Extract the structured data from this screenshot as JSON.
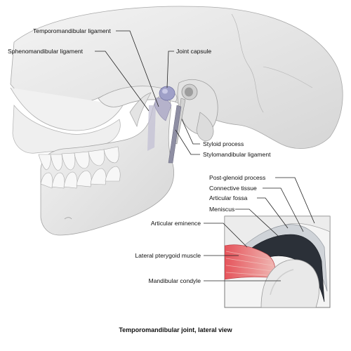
{
  "labels": {
    "temporomandibular_ligament": "Temporomandibular ligament",
    "sphenomandibular_ligament": "Sphenomandibular ligament",
    "joint_capsule": "Joint capsule",
    "styloid_process": "Styloid process",
    "stylomandibular_ligament": "Stylomandibular ligament",
    "post_glenoid_process": "Post-glenoid process",
    "connective_tissue": "Connective tissue",
    "articular_fossa": "Articular fossa",
    "meniscus": "Meniscus",
    "articular_eminence": "Articular eminence",
    "lateral_pterygoid_muscle": "Lateral pterygoid muscle",
    "mandibular_condyle": "Mandibular condyle"
  },
  "caption": "Temporomandibular joint, lateral view",
  "colors": {
    "bone": "#e9e9e9",
    "bone_shadow": "#c9c9c9",
    "bone_outline": "#9a9a9a",
    "ligament": "#b7b3c9",
    "capsule": "#9fa0c8",
    "meniscus": "#2b3038",
    "connective_tissue": "#cfd3d8",
    "muscle": "#d9434a",
    "inset_border": "#777777",
    "text": "#111111"
  }
}
